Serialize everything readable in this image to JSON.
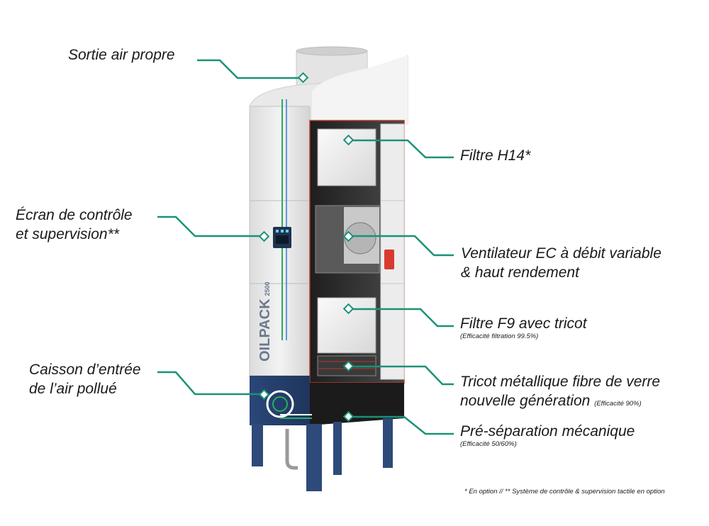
{
  "colors": {
    "leader": "#1a9276",
    "base": "#2d4a7a",
    "accent_green": "#27ae60",
    "frame_red": "#b23a2a"
  },
  "labels": {
    "sortie": "Sortie air propre",
    "filtre_h14": "Filtre H14*",
    "ecran_l1": "Écran de contrôle",
    "ecran_l2": "et supervision**",
    "ventilateur_l1": "Ventilateur EC à débit variable",
    "ventilateur_l2": "& haut rendement",
    "filtre_f9": "Filtre F9 avec tricot",
    "filtre_f9_note": "(Efficacité filtration 99.5%)",
    "caisson_l1": "Caisson d’entrée",
    "caisson_l2": "de l’air pollué",
    "tricot_l1": "Tricot métallique fibre de verre",
    "tricot_l2": "nouvelle génération",
    "tricot_note": "(Efficacité 90%)",
    "presep": "Pré-séparation mécanique",
    "presep_note": "(Efficacité 50/60%)"
  },
  "brand": {
    "name": "OILPACK",
    "model": "2500"
  },
  "footnote": "* En option // ** Système de contrôle & supervision tactile en option"
}
